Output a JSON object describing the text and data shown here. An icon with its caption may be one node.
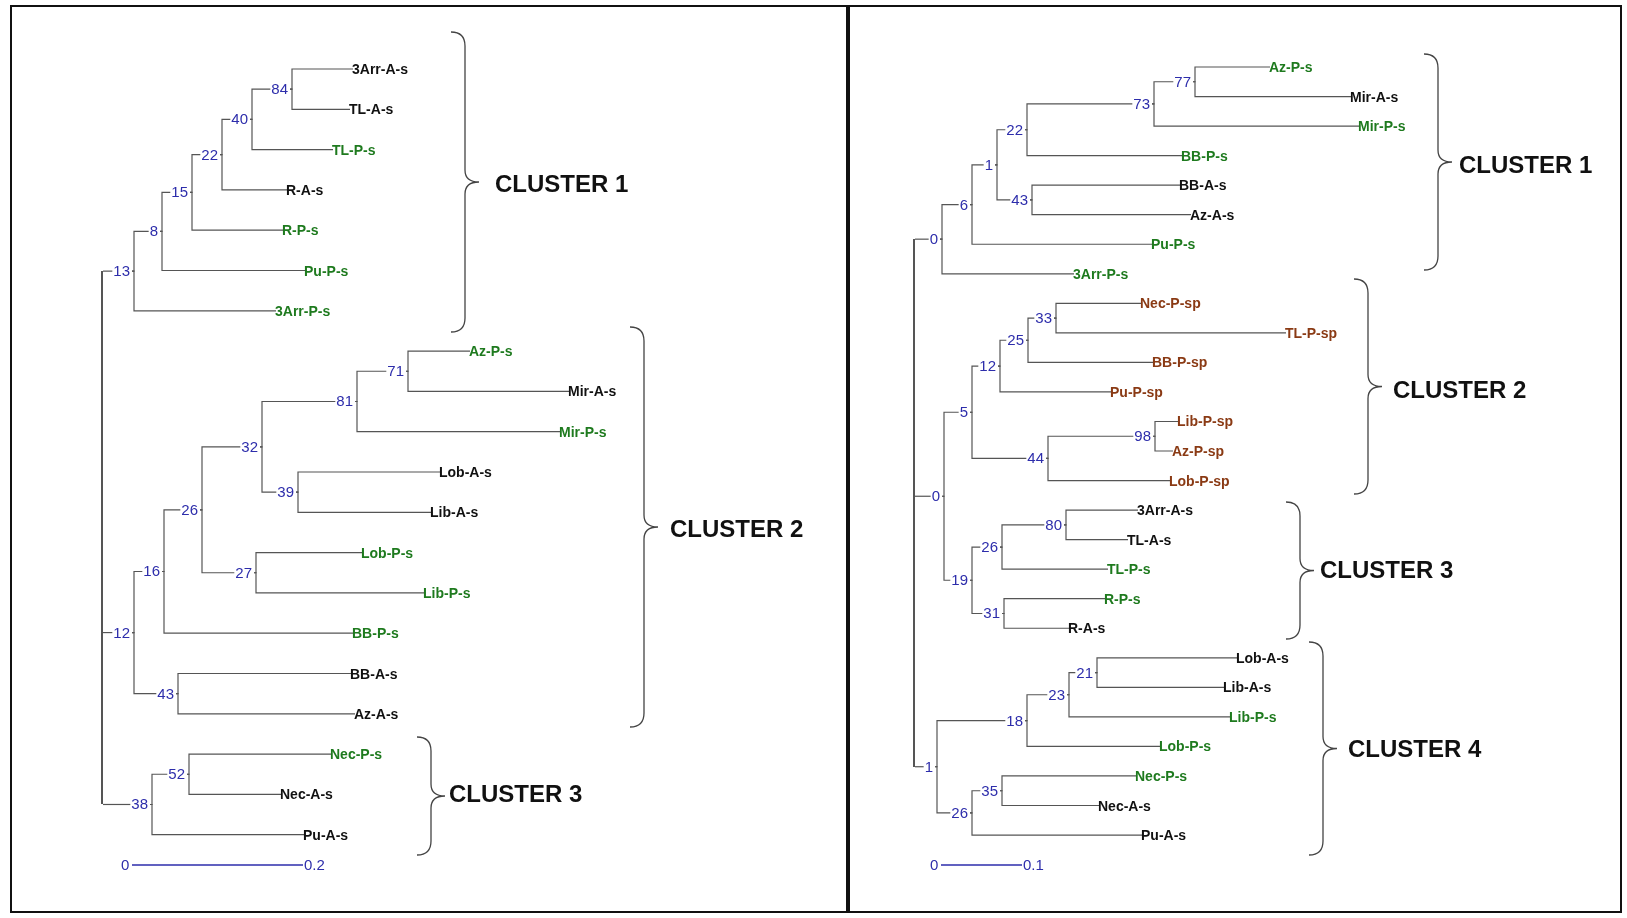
{
  "diagram": {
    "nodes": [
      {
        "text": [],
        "shape": "bar"
      },
      {
        "text": [
          "13"
        ]
      },
      {
        "text": [
          "8"
        ]
      },
      {
        "text": [
          "15"
        ]
      },
      {
        "text": [
          "22"
        ]
      },
      {
        "text": [
          "40"
        ]
      },
      {
        "text": [
          "84"
        ]
      },
      {
        "text": [
          "3Arr-A-s"
        ]
      },
      {
        "text": [
          "TL-A-s"
        ]
      },
      {
        "text": [
          "TL-P-s"
        ]
      },
      {
        "text": [
          "R-A-s"
        ]
      },
      {
        "text": [
          "R-P-s"
        ]
      },
      {
        "text": [
          "Pu-P-s"
        ]
      },
      {
        "text": [
          "3Arr-P-s"
        ]
      },
      {
        "text": [
          "12"
        ]
      },
      {
        "text": [
          "16"
        ]
      },
      {
        "text": [
          "26"
        ]
      },
      {
        "text": [
          "32"
        ]
      },
      {
        "text": [
          "81"
        ]
      },
      {
        "text": [
          "71"
        ]
      },
      {
        "text": [
          "Az-P-s"
        ]
      },
      {
        "text": [
          "Mir-A-s"
        ]
      },
      {
        "text": [
          "Mir-P-s"
        ]
      },
      {
        "text": [
          "39"
        ]
      },
      {
        "text": [
          "Lob-A-s"
        ]
      },
      {
        "text": [
          "Lib-A-s"
        ]
      },
      {
        "text": [
          "27"
        ]
      },
      {
        "text": [
          "Lob-P-s"
        ]
      },
      {
        "text": [
          "Lib-P-s"
        ]
      },
      {
        "text": [
          "BB-P-s"
        ]
      },
      {
        "text": [
          "43"
        ]
      },
      {
        "text": [
          "BB-A-s"
        ]
      },
      {
        "text": [
          "Az-A-s"
        ]
      },
      {
        "text": [
          "38"
        ]
      },
      {
        "text": [
          "52"
        ]
      },
      {
        "text": [
          "Nec-P-s"
        ]
      },
      {
        "text": [
          "Nec-A-s"
        ]
      },
      {
        "text": [
          "Pu-A-s"
        ]
      },
      {
        "text": [],
        "shape": "bar"
      },
      {
        "text": [
          "0"
        ]
      },
      {
        "text": [
          "6"
        ]
      },
      {
        "text": [
          "1"
        ]
      },
      {
        "text": [
          "22"
        ]
      },
      {
        "text": [
          "73"
        ]
      },
      {
        "text": [
          "77"
        ]
      },
      {
        "text": [
          "Az-P-s"
        ]
      },
      {
        "text": [
          "Mir-A-s"
        ]
      },
      {
        "text": [
          "Mir-P-s"
        ]
      },
      {
        "text": [
          "BB-P-s"
        ]
      },
      {
        "text": [
          "43"
        ]
      },
      {
        "text": [
          "BB-A-s"
        ]
      },
      {
        "text": [
          "Az-A-s"
        ]
      },
      {
        "text": [
          "Pu-P-s"
        ]
      },
      {
        "text": [
          "3Arr-P-s"
        ]
      },
      {
        "text": [
          "0"
        ]
      },
      {
        "text": [
          "5"
        ]
      },
      {
        "text": [
          "12"
        ]
      },
      {
        "text": [
          "25"
        ]
      },
      {
        "text": [
          "33"
        ]
      },
      {
        "text": [
          "Nec-P-sp"
        ]
      },
      {
        "text": [
          "TL-P-sp"
        ]
      },
      {
        "text": [
          "BB-P-sp"
        ]
      },
      {
        "text": [
          "Pu-P-sp"
        ]
      },
      {
        "text": [
          "44"
        ]
      },
      {
        "text": [
          "98"
        ]
      },
      {
        "text": [
          "Lib-P-sp"
        ]
      },
      {
        "text": [
          "Az-P-sp"
        ]
      },
      {
        "text": [
          "Lob-P-sp"
        ]
      },
      {
        "text": [
          "19"
        ]
      },
      {
        "text": [
          "26"
        ]
      },
      {
        "text": [
          "80"
        ]
      },
      {
        "text": [
          "3Arr-A-s"
        ]
      },
      {
        "text": [
          "TL-A-s"
        ]
      },
      {
        "text": [
          "TL-P-s"
        ]
      },
      {
        "text": [
          "31"
        ]
      },
      {
        "text": [
          "R-P-s"
        ]
      },
      {
        "text": [
          "R-A-s"
        ]
      },
      {
        "text": [
          "1"
        ]
      },
      {
        "text": [
          "18"
        ]
      },
      {
        "text": [
          "23"
        ]
      },
      {
        "text": [
          "21"
        ]
      },
      {
        "text": [
          "Lob-A-s"
        ]
      },
      {
        "text": [
          "Lib-A-s"
        ]
      },
      {
        "text": [
          "Lib-P-s"
        ]
      },
      {
        "text": [
          "Lob-P-s"
        ]
      },
      {
        "text": [
          "26"
        ]
      },
      {
        "text": [
          "35"
        ]
      },
      {
        "text": [
          "Nec-P-s"
        ]
      },
      {
        "text": [
          "Nec-A-s"
        ]
      },
      {
        "text": [
          "Pu-A-s"
        ]
      }
    ],
    "edges": [
      {
        "from": 0,
        "to": 1,
        "arrow": "none"
      },
      {
        "from": 1,
        "to": 2,
        "arrow": "none"
      },
      {
        "from": 2,
        "to": 3,
        "arrow": "none"
      },
      {
        "from": 3,
        "to": 4,
        "arrow": "none"
      },
      {
        "from": 4,
        "to": 5,
        "arrow": "none"
      },
      {
        "from": 5,
        "to": 6,
        "arrow": "none"
      },
      {
        "from": 6,
        "to": 7,
        "arrow": "none"
      },
      {
        "from": 6,
        "to": 8,
        "arrow": "none"
      },
      {
        "from": 5,
        "to": 9,
        "arrow": "none"
      },
      {
        "from": 4,
        "to": 10,
        "arrow": "none"
      },
      {
        "from": 3,
        "to": 11,
        "arrow": "none"
      },
      {
        "from": 2,
        "to": 12,
        "arrow": "none"
      },
      {
        "from": 1,
        "to": 13,
        "arrow": "none"
      },
      {
        "from": 0,
        "to": 14,
        "arrow": "none"
      },
      {
        "from": 14,
        "to": 15,
        "arrow": "none"
      },
      {
        "from": 15,
        "to": 16,
        "arrow": "none"
      },
      {
        "from": 16,
        "to": 17,
        "arrow": "none"
      },
      {
        "from": 17,
        "to": 18,
        "arrow": "none"
      },
      {
        "from": 18,
        "to": 19,
        "arrow": "none"
      },
      {
        "from": 19,
        "to": 20,
        "arrow": "none"
      },
      {
        "from": 19,
        "to": 21,
        "arrow": "none"
      },
      {
        "from": 18,
        "to": 22,
        "arrow": "none"
      },
      {
        "from": 17,
        "to": 23,
        "arrow": "none"
      },
      {
        "from": 23,
        "to": 24,
        "arrow": "none"
      },
      {
        "from": 23,
        "to": 25,
        "arrow": "none"
      },
      {
        "from": 16,
        "to": 26,
        "arrow": "none"
      },
      {
        "from": 26,
        "to": 27,
        "arrow": "none"
      },
      {
        "from": 26,
        "to": 28,
        "arrow": "none"
      },
      {
        "from": 15,
        "to": 29,
        "arrow": "none"
      },
      {
        "from": 14,
        "to": 30,
        "arrow": "none"
      },
      {
        "from": 30,
        "to": 31,
        "arrow": "none"
      },
      {
        "from": 30,
        "to": 32,
        "arrow": "none"
      },
      {
        "from": 0,
        "to": 33,
        "arrow": "none"
      },
      {
        "from": 33,
        "to": 34,
        "arrow": "none"
      },
      {
        "from": 34,
        "to": 35,
        "arrow": "none"
      },
      {
        "from": 34,
        "to": 36,
        "arrow": "none"
      },
      {
        "from": 33,
        "to": 37,
        "arrow": "none"
      },
      {
        "from": 38,
        "to": 39,
        "arrow": "none"
      },
      {
        "from": 39,
        "to": 40,
        "arrow": "none"
      },
      {
        "from": 40,
        "to": 41,
        "arrow": "none"
      },
      {
        "from": 41,
        "to": 42,
        "arrow": "none"
      },
      {
        "from": 42,
        "to": 43,
        "arrow": "none"
      },
      {
        "from": 43,
        "to": 44,
        "arrow": "none"
      },
      {
        "from": 44,
        "to": 45,
        "arrow": "none"
      },
      {
        "from": 44,
        "to": 46,
        "arrow": "none"
      },
      {
        "from": 43,
        "to": 47,
        "arrow": "none"
      },
      {
        "from": 42,
        "to": 48,
        "arrow": "none"
      },
      {
        "from": 41,
        "to": 49,
        "arrow": "none"
      },
      {
        "from": 49,
        "to": 50,
        "arrow": "none"
      },
      {
        "from": 49,
        "to": 51,
        "arrow": "none"
      },
      {
        "from": 40,
        "to": 52,
        "arrow": "none"
      },
      {
        "from": 39,
        "to": 53,
        "arrow": "none"
      },
      {
        "from": 38,
        "to": 54,
        "arrow": "none"
      },
      {
        "from": 54,
        "to": 55,
        "arrow": "none"
      },
      {
        "from": 55,
        "to": 56,
        "arrow": "none"
      },
      {
        "from": 56,
        "to": 57,
        "arrow": "none"
      },
      {
        "from": 57,
        "to": 58,
        "arrow": "none"
      },
      {
        "from": 58,
        "to": 59,
        "arrow": "none"
      },
      {
        "from": 58,
        "to": 60,
        "arrow": "none"
      },
      {
        "from": 57,
        "to": 61,
        "arrow": "none"
      },
      {
        "from": 56,
        "to": 62,
        "arrow": "none"
      },
      {
        "from": 55,
        "to": 63,
        "arrow": "none"
      },
      {
        "from": 63,
        "to": 64,
        "arrow": "none"
      },
      {
        "from": 64,
        "to": 65,
        "arrow": "none"
      },
      {
        "from": 64,
        "to": 66,
        "arrow": "none"
      },
      {
        "from": 63,
        "to": 67,
        "arrow": "none"
      },
      {
        "from": 54,
        "to": 68,
        "arrow": "none"
      },
      {
        "from": 68,
        "to": 69,
        "arrow": "none"
      },
      {
        "from": 69,
        "to": 70,
        "arrow": "none"
      },
      {
        "from": 70,
        "to": 71,
        "arrow": "none"
      },
      {
        "from": 70,
        "to": 72,
        "arrow": "none"
      },
      {
        "from": 69,
        "to": 73,
        "arrow": "none"
      },
      {
        "from": 68,
        "to": 74,
        "arrow": "none"
      },
      {
        "from": 74,
        "to": 75,
        "arrow": "none"
      },
      {
        "from": 74,
        "to": 76,
        "arrow": "none"
      },
      {
        "from": 38,
        "to": 77,
        "arrow": "none"
      },
      {
        "from": 77,
        "to": 78,
        "arrow": "none"
      },
      {
        "from": 78,
        "to": 79,
        "arrow": "none"
      },
      {
        "from": 79,
        "to": 80,
        "arrow": "none"
      },
      {
        "from": 80,
        "to": 81,
        "arrow": "none"
      },
      {
        "from": 80,
        "to": 82,
        "arrow": "none"
      },
      {
        "from": 79,
        "to": 83,
        "arrow": "none"
      },
      {
        "from": 78,
        "to": 84,
        "arrow": "none"
      },
      {
        "from": 77,
        "to": 85,
        "arrow": "none"
      },
      {
        "from": 85,
        "to": 86,
        "arrow": "none"
      },
      {
        "from": 86,
        "to": 87,
        "arrow": "none"
      },
      {
        "from": 86,
        "to": 88,
        "arrow": "none"
      },
      {
        "from": 85,
        "to": 89,
        "arrow": "none"
      }
    ],
    "labels": [
      "CLUSTER 1",
      "CLUSTER 2",
      "CLUSTER 3",
      "0",
      "0.2",
      "CLUSTER 1",
      "CLUSTER 2",
      "CLUSTER 3",
      "CLUSTER 4",
      "0",
      "0.1"
    ]
  }
}
